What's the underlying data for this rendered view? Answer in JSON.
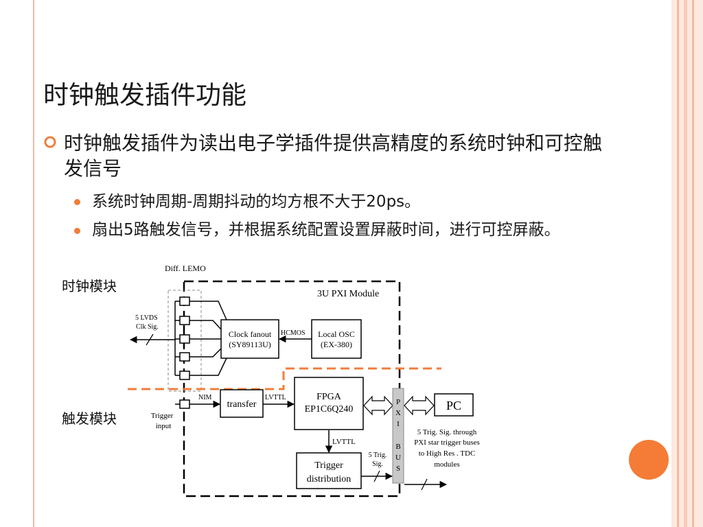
{
  "slide": {
    "title": "时钟触发插件功能",
    "bullet": "时钟触发插件为读出电子学插件提供高精度的系统时钟和可控触发信号",
    "sub_bullets": [
      "系统时钟周期-周期抖动的均方根不大于20ps。",
      "扇出5路触发信号，并根据系统配置设置屏蔽时间，进行可控屏蔽。"
    ]
  },
  "diagram": {
    "clock_module_label": "时钟模块",
    "trigger_module_label": "触发模块",
    "diff_lemo": "Diff. LEMO",
    "module_3u": "3U PXI Module",
    "lvds_line1": "5 LVDS",
    "lvds_line2": "Clk Sig.",
    "clock_fanout_line1": "Clock fanout",
    "clock_fanout_line2": "(SY89113U)",
    "hcmos": "HCMOS",
    "local_osc_line1": "Local OSC",
    "local_osc_line2": "(EX-380)",
    "nim": "NIM",
    "transfer": "transfer",
    "lvttl_h": "LVTTL",
    "fpga_line1": "FPGA",
    "fpga_line2": "EP1C6Q240",
    "trigger_input_line1": "Trigger",
    "trigger_input_line2": "input",
    "lvttl_v": "LVTTL",
    "trigger_dist_line1": "Trigger",
    "trigger_dist_line2": "distribution",
    "trig_sig_line1": "5 Trig.",
    "trig_sig_line2": "Sig.",
    "pxi_bus_letters": [
      "P",
      "X",
      "I",
      "B",
      "U",
      "S"
    ],
    "pc": "PC",
    "note_line1": "5 Trig. Sig. through",
    "note_line2": "PXI star trigger buses",
    "note_line3": "to High Res . TDC",
    "note_line4": "modules"
  },
  "colors": {
    "accent": "#f07d3b",
    "frame": "#f4b9a3",
    "frame_fill": "#fde9df",
    "divider": "#f07d3b"
  }
}
